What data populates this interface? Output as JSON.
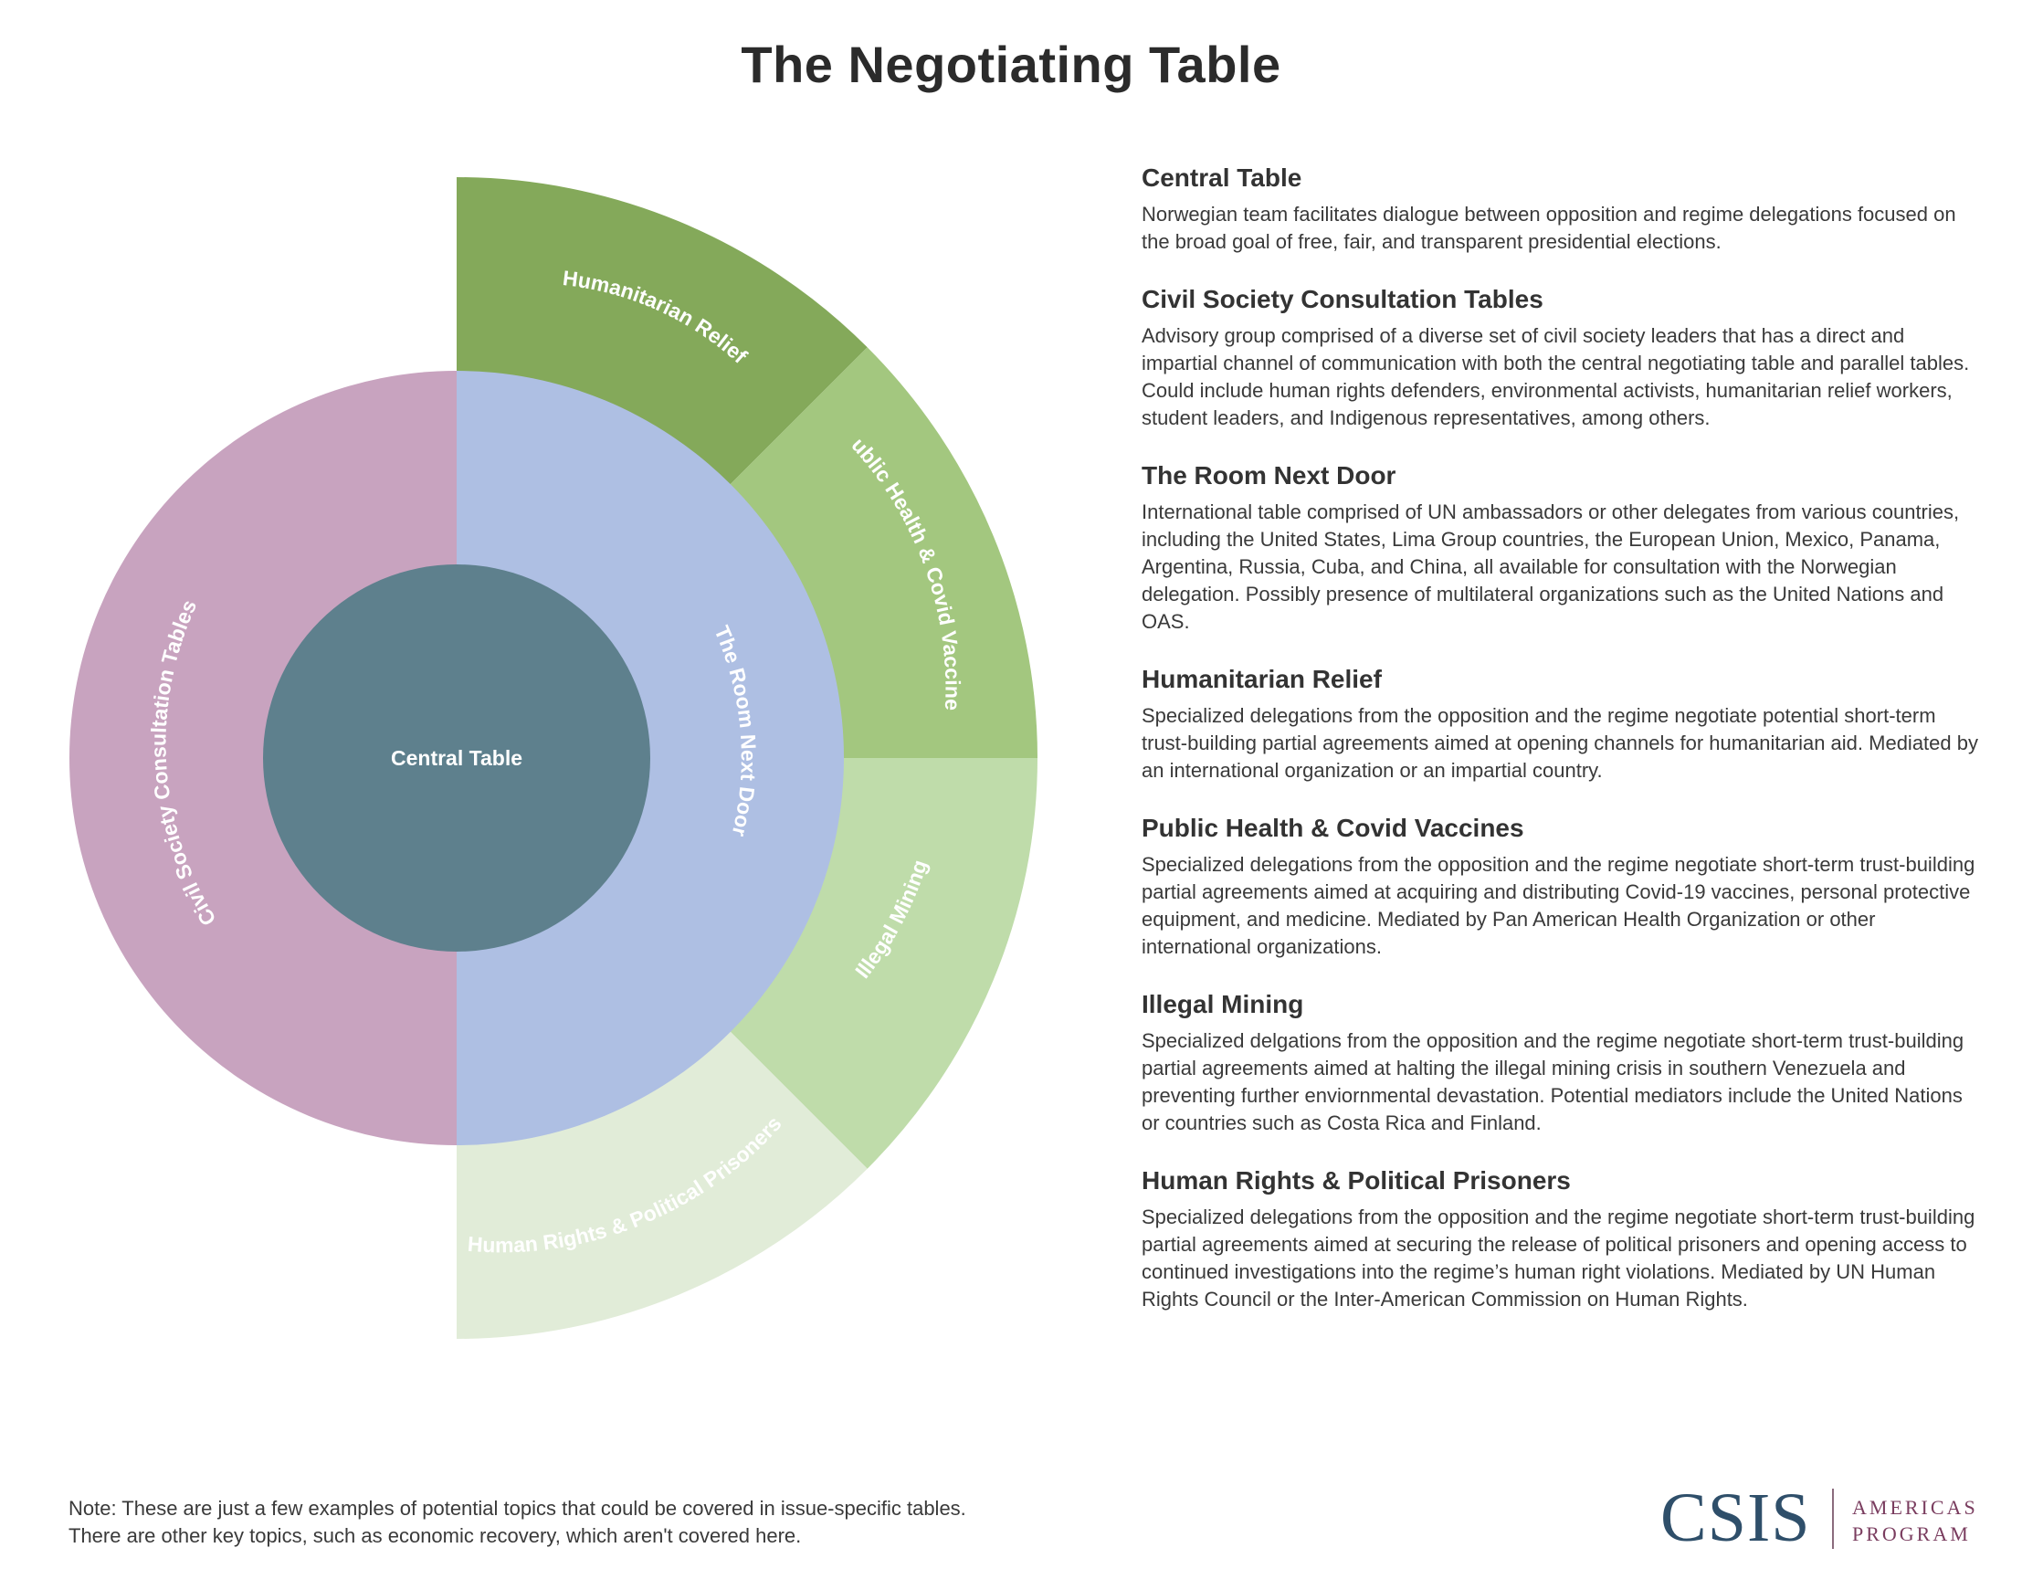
{
  "title": "The Negotiating Table",
  "colors": {
    "central": "#5e808d",
    "room_next_door": "#aebfe3",
    "civil_society": "#c8a3bf",
    "humanitarian": "#84a95a",
    "public_health": "#a3c77f",
    "illegal_mining": "#bfdcaa",
    "human_rights": "#e1ecd8"
  },
  "diagram": {
    "center_label": "Central Table",
    "inner_ring": [
      {
        "label": "The Room Next Door",
        "color": "#aebfe3"
      },
      {
        "label": "Civil Society Consultation Tables",
        "color": "#c8a3bf"
      }
    ],
    "outer_ring": [
      {
        "label": "Humanitarian Relief",
        "color": "#84a95a"
      },
      {
        "label": "Public Health & Covid Vaccines",
        "color": "#a3c77f"
      },
      {
        "label": "Illegal Mining",
        "color": "#bfdcaa"
      },
      {
        "label": "Human Rights & Political Prisoners",
        "color": "#e1ecd8"
      }
    ]
  },
  "descriptions": [
    {
      "heading": "Central Table",
      "text": "Norwegian team facilitates dialogue between opposition and regime delegations focused on the broad goal of free, fair, and transparent presidential elections."
    },
    {
      "heading": "Civil Society Consultation Tables",
      "text": "Advisory group comprised of a diverse set of civil society leaders that has a direct and impartial channel of communication with both the central negotiating table and parallel tables. Could include human rights defenders, environmental activists, humanitarian relief workers, student leaders, and Indigenous representatives, among others."
    },
    {
      "heading": "The Room Next Door",
      "text": "International table comprised of UN ambassadors or other delegates from various countries, including the United States, Lima Group countries, the European Union, Mexico, Panama, Argentina, Russia, Cuba, and China, all available for consultation with the Norwegian delegation. Possibly presence of multilateral organizations such as the United Nations and OAS."
    },
    {
      "heading": "Humanitarian Relief",
      "text": "Specialized delegations from the opposition and the regime negotiate potential short-term trust-building partial agreements aimed at opening channels for humanitarian aid. Mediated by an international organization or an impartial country."
    },
    {
      "heading": "Public Health & Covid Vaccines",
      "text": "Specialized delegations from the opposition and the regime negotiate short-term trust-building partial agreements aimed at acquiring and distributing Covid-19 vaccines, personal protective equipment, and medicine. Mediated by Pan American Health Organization or other international organizations."
    },
    {
      "heading": "Illegal Mining",
      "text": "Specialized delgations from the opposition and the regime negotiate short-term trust-building partial agreements aimed at halting the illegal mining crisis in southern Venezuela and preventing further enviornmental devastation. Potential mediators include the United Nations or countries such as Costa Rica and Finland."
    },
    {
      "heading": "Human Rights & Political Prisoners",
      "text": "Specialized delegations from the opposition and the regime negotiate short-term trust-building partial agreements aimed at securing the release of political prisoners and opening access to continued investigations into the regime’s human right violations. Mediated by UN Human Rights Council or the Inter-American Commission on Human Rights."
    }
  ],
  "note": {
    "line1": "Note: These are just a few examples of potential topics that could be covered in issue-specific tables.",
    "line2": "There are other key topics, such as economic recovery, which aren't covered here."
  },
  "logo": {
    "main": "CSIS",
    "sub_line1": "AMERICAS",
    "sub_line2": "PROGRAM"
  }
}
